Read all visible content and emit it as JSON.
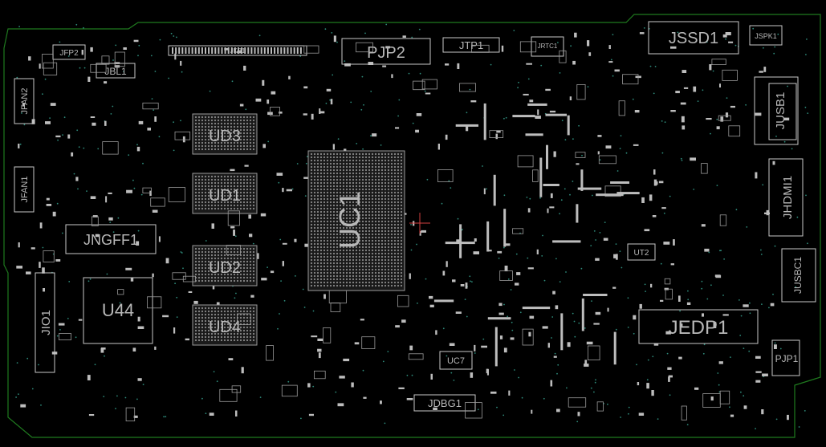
{
  "board": {
    "colors": {
      "background": "#000000",
      "outline": "#1f7a1f",
      "silkscreen": "#c8c8c8",
      "pads": "#bdbdbd",
      "vias": "#2e8a7a",
      "crosshair": "#d04040"
    }
  },
  "labels": {
    "jfp2": "JFP2",
    "jbl1": "JBL1",
    "jfan2": "JFAN2",
    "jfan1": "JFAN1",
    "jkb1": "JKB1",
    "pjp2": "PJP2",
    "jtp1": "JTP1",
    "jrtc1": "JRTC1",
    "jssd1": "JSSD1",
    "jspk1": "JSPK1",
    "jusb1": "JUSB1",
    "jhdmi1": "JHDMI1",
    "jusbc1": "JUSBC1",
    "jedp1": "JEDP1",
    "pjp1": "PJP1",
    "ud3": "UD3",
    "ud1": "UD1",
    "ud2": "UD2",
    "ud4": "UD4",
    "uc1": "UC1",
    "jngff1": "JNGFF1",
    "u44": "U44",
    "jio1": "JIO1",
    "ut2": "UT2",
    "uc7": "UC7",
    "jdbg1": "JDBG1"
  }
}
